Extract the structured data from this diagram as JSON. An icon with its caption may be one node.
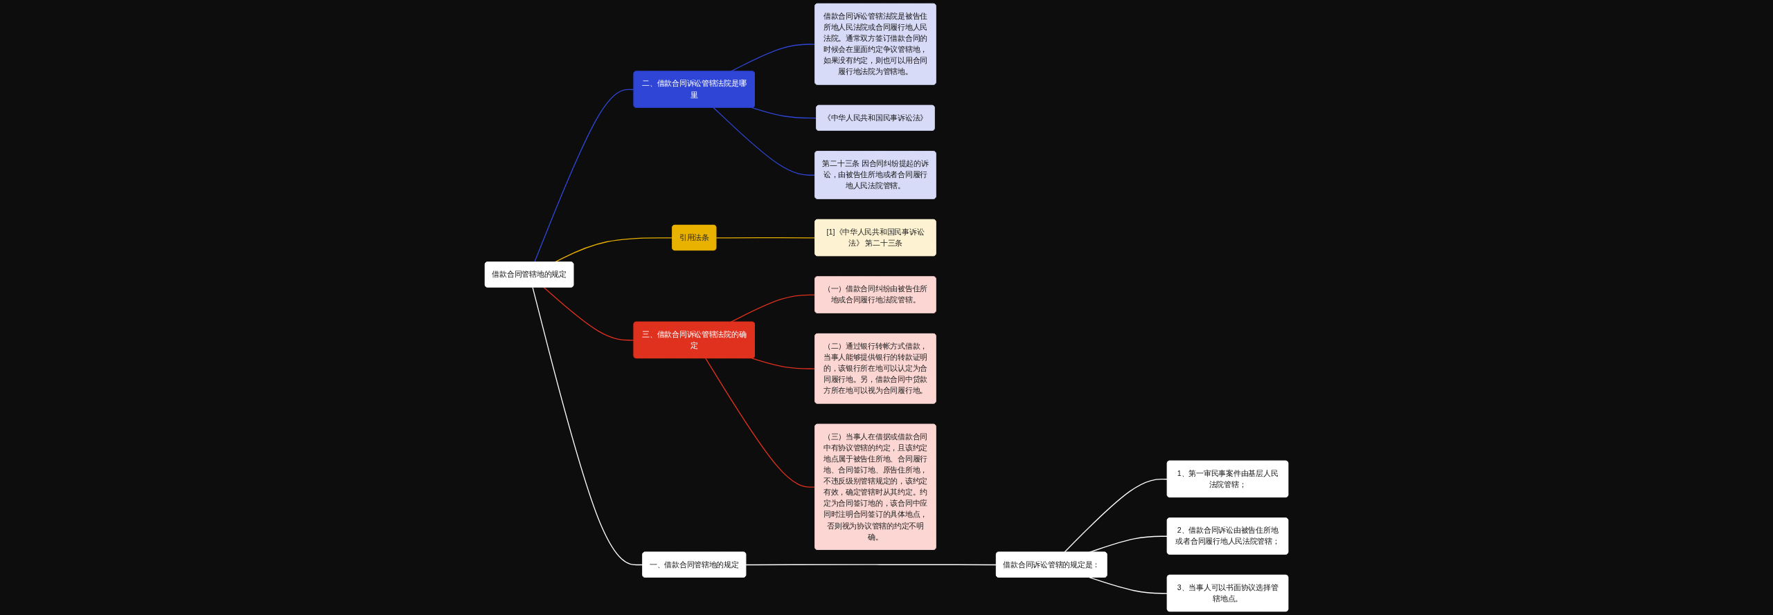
{
  "diagram": {
    "nodes": [
      {
        "text": [
          "借款合同管辖地的规定"
        ]
      },
      {
        "text": [
          "一、借款合同管辖地的规定"
        ]
      },
      {
        "text": [
          "借款合同诉讼管辖的规定是："
        ]
      },
      {
        "text": [
          "1、第一审民事案件由基层人民法院管辖；"
        ]
      },
      {
        "text": [
          "2、借款合同诉讼由被告住所地或者合同履行地人民法院管辖；"
        ]
      },
      {
        "text": [
          "3、当事人可以书面协议选择管辖地点。"
        ]
      },
      {
        "text": [
          "二、借款合同诉讼管辖法院是哪里"
        ]
      },
      {
        "text": [
          "借款合同诉讼管辖法院是被告住所地人民法院或合同履行地人民法院。通常双方签订借款合同的时候会在里面约定争议管辖地，如果没有约定，则也可以用合同履行地法院为管辖地。"
        ]
      },
      {
        "text": [
          "《中华人民共和国民事诉讼法》"
        ]
      },
      {
        "text": [
          "第二十三条 因合同纠纷提起的诉讼，由被告住所地或者合同履行地人民法院管辖。"
        ]
      },
      {
        "text": [
          "引用法条"
        ]
      },
      {
        "text": [
          "[1]《中华人民共和国民事诉讼法》 第二十三条"
        ]
      },
      {
        "text": [
          "三、借款合同诉讼管辖法院的确定"
        ]
      },
      {
        "text": [
          "（一）借款合同纠纷由被告住所地或合同履行地法院管辖。"
        ]
      },
      {
        "text": [
          "（二）通过银行转帐方式借款，当事人能够提供银行的转款证明的，该银行所在地可以认定为合同履行地。另，借款合同中贷款方所在地可以视为合同履行地。"
        ]
      },
      {
        "text": [
          "（三）当事人在借据或借款合同中有协议管辖的约定，且该约定地点属于被告住所地、合同履行地、合同签订地、原告住所地，不违反级别管辖规定的，该约定有效，确定管辖时从其约定。约定为合同签订地的，该合同中应同时注明合同签订的具体地点，否则视为协议管辖的约定不明确。"
        ]
      }
    ],
    "edges": [
      {
        "from": 0,
        "to": 1,
        "arrow": "none"
      },
      {
        "from": 1,
        "to": 2,
        "arrow": "none"
      },
      {
        "from": 2,
        "to": 3,
        "arrow": "none"
      },
      {
        "from": 2,
        "to": 4,
        "arrow": "none"
      },
      {
        "from": 2,
        "to": 5,
        "arrow": "none"
      },
      {
        "from": 0,
        "to": 6,
        "arrow": "none",
        "color": "#2f45d6"
      },
      {
        "from": 6,
        "to": 7,
        "arrow": "none",
        "color": "#2f45d6"
      },
      {
        "from": 6,
        "to": 8,
        "arrow": "none",
        "color": "#2f45d6"
      },
      {
        "from": 6,
        "to": 9,
        "arrow": "none",
        "color": "#2f45d6"
      },
      {
        "from": 0,
        "to": 10,
        "arrow": "none",
        "color": "#e8b000"
      },
      {
        "from": 10,
        "to": 11,
        "arrow": "none",
        "color": "#e8b000"
      },
      {
        "from": 0,
        "to": 12,
        "arrow": "none",
        "color": "#e0301e"
      },
      {
        "from": 12,
        "to": 13,
        "arrow": "none",
        "color": "#e0301e"
      },
      {
        "from": 12,
        "to": 14,
        "arrow": "none",
        "color": "#e0301e"
      },
      {
        "from": 12,
        "to": 15,
        "arrow": "none",
        "color": "#e0301e"
      }
    ]
  }
}
